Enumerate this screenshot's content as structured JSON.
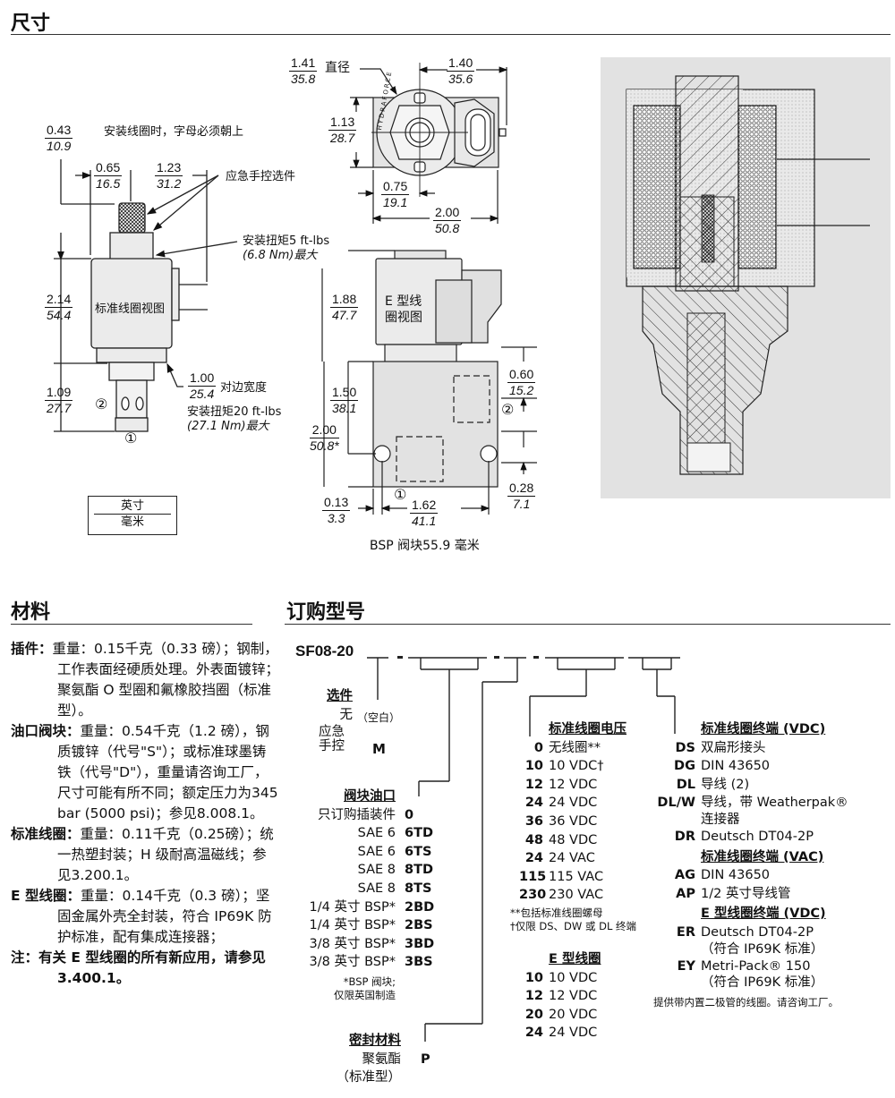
{
  "sections": {
    "dimensions_title": "尺寸",
    "materials_title": "材料",
    "ordering_title": "订购型号"
  },
  "dimensions": {
    "std_coil": {
      "d1": {
        "in": "0.43",
        "mm": "10.9"
      },
      "d2": {
        "in": "0.65",
        "mm": "16.5"
      },
      "d3": {
        "in": "1.23",
        "mm": "31.2"
      },
      "d4": {
        "in": "2.14",
        "mm": "54.4"
      },
      "d5": {
        "in": "1.09",
        "mm": "27.7"
      },
      "d6": {
        "in": "1.00",
        "mm": "25.4"
      },
      "note_letters": "安装线圈时，字母必须朝上",
      "manual_override": "应急手控选件",
      "torque_top_1": "安装扭矩5 ft-lbs",
      "torque_top_2": "(6.8 Nm)最大",
      "view_label": "标准线圈视图",
      "across_flats": "对边宽度",
      "torque_bottom_1": "安装扭矩20 ft-lbs",
      "torque_bottom_2": "(27.1 Nm)最大",
      "port2": "②",
      "port1": "①"
    },
    "legend": {
      "top": "英寸",
      "bottom": "毫米"
    },
    "top_view": {
      "d1": {
        "in": "1.41",
        "mm": "35.8"
      },
      "diameter": "直径",
      "d2": {
        "in": "1.40",
        "mm": "35.6"
      },
      "d3": {
        "in": "1.13",
        "mm": "28.7"
      },
      "d4": {
        "in": "0.75",
        "mm": "19.1"
      },
      "d5": {
        "in": "2.00",
        "mm": "50.8"
      },
      "brand": "HYDRAFORCE"
    },
    "e_coil": {
      "view_label_1": "E 型线",
      "view_label_2": "圈视图",
      "d1": {
        "in": "1.88",
        "mm": "47.7"
      },
      "d2": {
        "in": "1.50",
        "mm": "38.1"
      },
      "d3": {
        "in": "2.00",
        "mm": "50.8*"
      },
      "d4": {
        "in": "0.60",
        "mm": "15.2"
      },
      "d5": {
        "in": "0.28",
        "mm": "7.1"
      },
      "d6": {
        "in": "0.13",
        "mm": "3.3"
      },
      "d7": {
        "in": "1.62",
        "mm": "41.1"
      },
      "bsp_note": "BSP 阀块55.9 毫米",
      "port2": "②",
      "port1": "①"
    }
  },
  "materials": [
    {
      "label": "插件：",
      "text": "重量：0.15千克（0.33 磅）；钢制，工作表面经硬质处理。外表面镀锌；聚氨酯 O 型圈和氟橡胶挡圈（标准型）。"
    },
    {
      "label": "油口阀块：",
      "text": "重量：0.54千克（1.2 磅），钢质镀锌（代号\"S\"）；或标准球墨铸铁（代号\"D\"），重量请咨询工厂，尺寸可能有所不同；额定压力为345 bar (5000 psi)；参见8.008.1。"
    },
    {
      "label": "标准线圈：",
      "text": "重量：0.11千克（0.25磅）；统一热塑封装；H 级耐高温磁线；参见3.200.1。"
    },
    {
      "label": "E 型线圈：",
      "text": "重量：0.14千克（0.3 磅）；坚固金属外壳全封装，符合 IP69K 防护标准，配有集成连接器；"
    },
    {
      "label": "注：",
      "text": "有关 E 型线圈的所有新应用，请参见 3.400.1。",
      "bold": true
    }
  ],
  "ordering": {
    "model": "SF08-20",
    "options": {
      "title": "选件",
      "items": [
        {
          "desc": "无",
          "code": "（空白）"
        },
        {
          "desc": "应急手控",
          "code": "M"
        }
      ]
    },
    "ports": {
      "title": "阀块油口",
      "items": [
        {
          "desc": "只订购插装件",
          "code": "0"
        },
        {
          "desc": "SAE 6",
          "code": "6TD"
        },
        {
          "desc": "SAE 6",
          "code": "6TS"
        },
        {
          "desc": "SAE 8",
          "code": "8TD"
        },
        {
          "desc": "SAE 8",
          "code": "8TS"
        },
        {
          "desc": "1/4 英寸 BSP*",
          "code": "2BD"
        },
        {
          "desc": "1/4 英寸 BSP*",
          "code": "2BS"
        },
        {
          "desc": "3/8 英寸 BSP*",
          "code": "3BD"
        },
        {
          "desc": "3/8 英寸 BSP*",
          "code": "3BS"
        }
      ],
      "note_1": "*BSP 阀块;",
      "note_2": "仅限英国制造"
    },
    "seals": {
      "title": "密封材料",
      "desc_1": "聚氨酯",
      "desc_2": "（标准型）",
      "code": "P"
    },
    "std_voltage": {
      "title": "标准线圈电压",
      "items": [
        {
          "code": "0",
          "desc": "无线圈**"
        },
        {
          "code": "10",
          "desc": "10 VDC†"
        },
        {
          "code": "12",
          "desc": "12 VDC"
        },
        {
          "code": "24",
          "desc": "24 VDC"
        },
        {
          "code": "36",
          "desc": "36 VDC"
        },
        {
          "code": "48",
          "desc": "48 VDC"
        },
        {
          "code": "24",
          "desc": "24 VAC"
        },
        {
          "code": "115",
          "desc": "115 VAC"
        },
        {
          "code": "230",
          "desc": "230 VAC"
        }
      ],
      "note_1": "**包括标准线圈螺母",
      "note_2": "†仅限 DS、DW 或 DL 终端"
    },
    "e_voltage": {
      "title": "E 型线圈",
      "items": [
        {
          "code": "10",
          "desc": "10 VDC"
        },
        {
          "code": "12",
          "desc": "12 VDC"
        },
        {
          "code": "20",
          "desc": "20 VDC"
        },
        {
          "code": "24",
          "desc": "24 VDC"
        }
      ]
    },
    "term_vdc": {
      "title": "标准线圈终端 (VDC)",
      "items": [
        {
          "code": "DS",
          "desc": "双扁形接头"
        },
        {
          "code": "DG",
          "desc": "DIN 43650"
        },
        {
          "code": "DL",
          "desc": "导线 (2)"
        },
        {
          "code": "DL/W",
          "desc": "导线，带 Weatherpak®",
          "desc2": "连接器"
        },
        {
          "code": "DR",
          "desc": "Deutsch DT04-2P"
        }
      ]
    },
    "term_vac": {
      "title": "标准线圈终端 (VAC)",
      "items": [
        {
          "code": "AG",
          "desc": "DIN 43650"
        },
        {
          "code": "AP",
          "desc": "1/2 英寸导线管"
        }
      ]
    },
    "term_e": {
      "title": "E 型线圈终端 (VDC)",
      "items": [
        {
          "code": "ER",
          "desc": "Deutsch DT04-2P",
          "desc2": "（符合 IP69K 标准）"
        },
        {
          "code": "EY",
          "desc": "Metri-Pack® 150",
          "desc2": "（符合 IP69K 标准）"
        }
      ]
    },
    "diode_note": "提供带内置二极管的线圈。请咨询工厂。"
  }
}
